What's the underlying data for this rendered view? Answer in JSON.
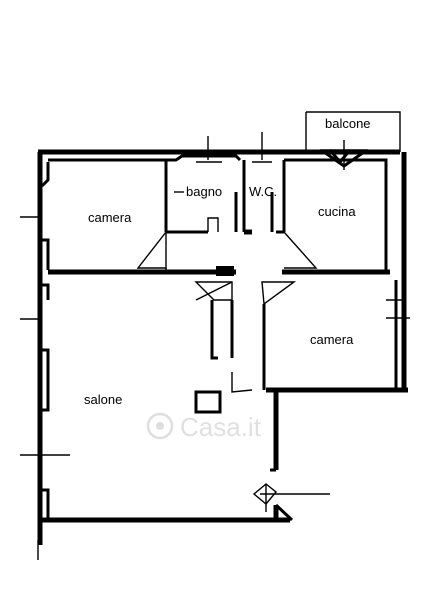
{
  "plan": {
    "rooms": [
      {
        "id": "balcone",
        "label": "balcone"
      },
      {
        "id": "bagno",
        "label": "bagno"
      },
      {
        "id": "wc",
        "label": "W.C."
      },
      {
        "id": "camera-1",
        "label": "camera"
      },
      {
        "id": "cucina",
        "label": "cucina"
      },
      {
        "id": "camera-2",
        "label": "camera"
      },
      {
        "id": "salone",
        "label": "salone"
      }
    ],
    "watermark": "Casa.it"
  }
}
